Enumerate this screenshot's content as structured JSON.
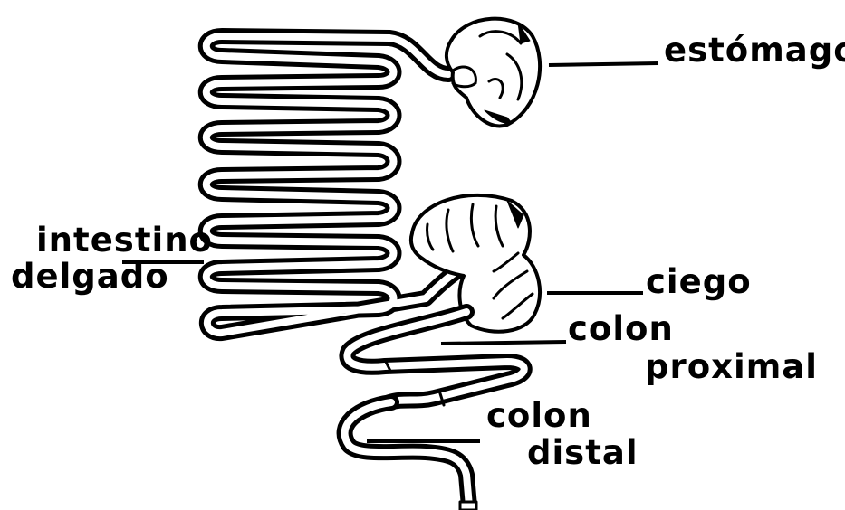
{
  "labels": {
    "stomach": "estómago",
    "small_intestine_line1": "intestino",
    "small_intestine_line2": "delgado",
    "cecum": "ciego",
    "proximal_colon_line1": "colon",
    "proximal_colon_line2": "proximal",
    "distal_colon_line1": "colon",
    "distal_colon_line2": "distal"
  },
  "colors": {
    "ink": "#000000",
    "paper": "#ffffff"
  }
}
